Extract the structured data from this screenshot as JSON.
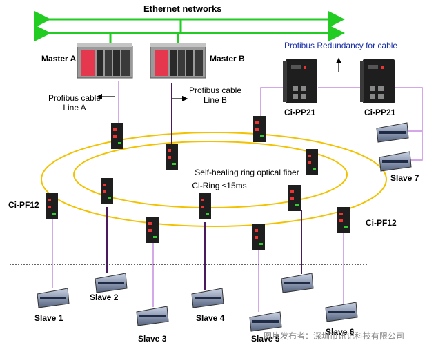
{
  "labels": {
    "ethernet": "Ethernet networks",
    "master_a": "Master A",
    "master_b": "Master B",
    "profibus_a": "Profibus cable",
    "profibus_a_line": "Line A",
    "profibus_b": "Profibus cable",
    "profibus_b_line": "Line B",
    "redundancy": "Profibus Redundancy for cable",
    "pp21_left": "Ci-PP21",
    "pp21_right": "Ci-PP21",
    "ring_line1": "Self-healing ring optical fiber",
    "ring_line2": "Ci-Ring ≤15ms",
    "pf12_left": "Ci-PF12",
    "pf12_right": "Ci-PF12",
    "slave1": "Slave 1",
    "slave2": "Slave 2",
    "slave3": "Slave 3",
    "slave4": "Slave 4",
    "slave5": "Slave 5",
    "slave6": "Slave 6",
    "slave7": "Slave 7",
    "watermark": "图片发布者：深圳市讯记科技有限公司"
  },
  "colors": {
    "ethernet_bus": "#22cc22",
    "ring": "#f2c200",
    "profibus": "#c58ce0",
    "profibus_master_b": "#4b1a5e",
    "device_body": "#1e1e1e",
    "master_red": "#e5384f",
    "label_blue": "#1a2fa8"
  }
}
